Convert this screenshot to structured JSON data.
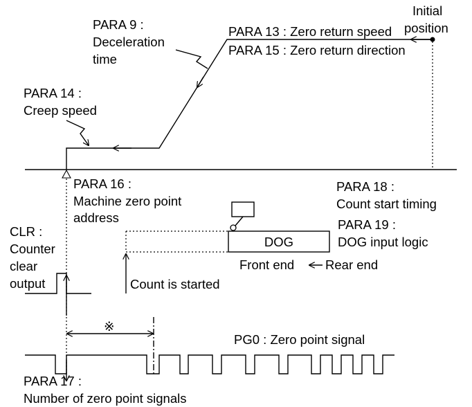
{
  "labels": {
    "para9_a": "PARA 9 :",
    "para9_b": "Deceleration",
    "para9_c": "time",
    "para13": "PARA 13 : Zero return speed",
    "para15": "PARA 15 : Zero return direction",
    "initial_a": "Initial",
    "initial_b": "position",
    "para14_a": "PARA 14 :",
    "para14_b": "Creep speed",
    "para16_a": "PARA 16 :",
    "para16_b": "Machine zero point",
    "para16_c": "address",
    "para18_a": "PARA 18 :",
    "para18_b": "Count start timing",
    "para19_a": "PARA 19 :",
    "para19_b": "DOG input logic",
    "dog": "DOG",
    "front_end": "Front end",
    "rear_end": "Rear end",
    "clr_a": "CLR :",
    "clr_b": "Counter",
    "clr_c": "clear",
    "clr_d": "output",
    "count_started": "Count is started",
    "note_mark": "※",
    "pg0": "PG0 : Zero point signal",
    "para17_a": "PARA 17 :",
    "para17_b": "Number of zero point signals"
  }
}
